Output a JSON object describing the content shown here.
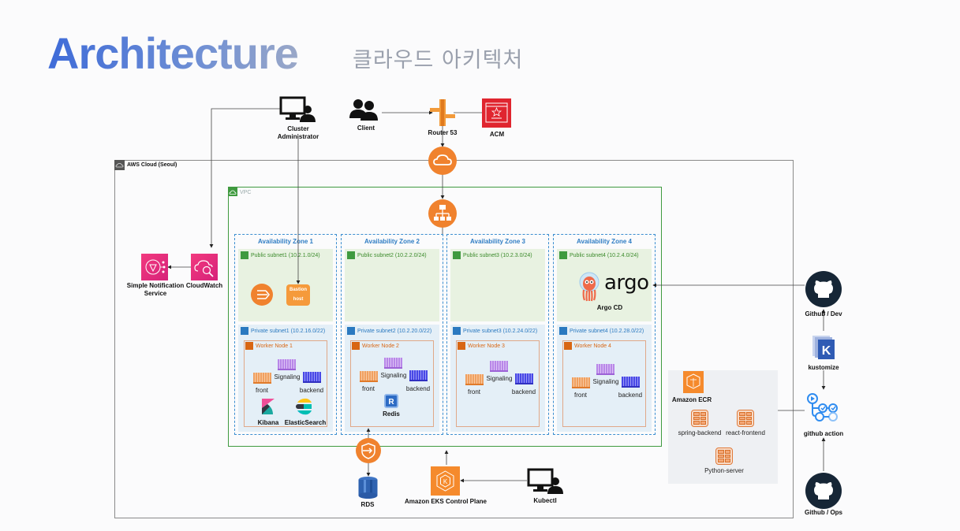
{
  "header": {
    "title": "Architecture",
    "subtitle": "클라우드 아키텍처"
  },
  "external": {
    "cluster_admin": {
      "line1": "Cluster",
      "line2": "Administrator",
      "icon": "admin-workstation-icon"
    },
    "client": {
      "label": "Client",
      "icon": "users-icon"
    },
    "route53": {
      "label": "Router 53",
      "icon": "route53-icon"
    },
    "acm": {
      "label": "ACM",
      "icon": "certificate-manager-icon"
    },
    "sns": {
      "line1": "Simple Notification",
      "line2": "Service",
      "icon": "sns-icon"
    },
    "cloudwatch": {
      "label": "CloudWatch",
      "icon": "cloudwatch-icon"
    },
    "kubectl": {
      "label": "Kubectl",
      "icon": "kubectl-workstation-icon"
    },
    "eks": {
      "label": "Amazon EKS Control Plane",
      "icon": "eks-icon"
    },
    "rds": {
      "label": "RDS",
      "icon": "rds-database-icon"
    }
  },
  "aws_cloud": {
    "label": "AWS Cloud (Seoul)"
  },
  "vpc": {
    "label": "VPC"
  },
  "public_resources": {
    "bastion_line1": "Bastion",
    "bastion_line2": "host",
    "argo_wordmark": "argo",
    "argo_label": "Argo CD"
  },
  "zones": [
    {
      "title": "Availability Zone 1",
      "public": "Public subnet1 (10.2.1.0/24)",
      "private": "Private subnet1 (10.2.16.0/22)",
      "worker": "Worker Node 1"
    },
    {
      "title": "Availability Zone 2",
      "public": "Public subnet2 (10.2.2.0/24)",
      "private": "Private subnet2 (10.2.20.0/22)",
      "worker": "Worker Node 2"
    },
    {
      "title": "Availability Zone 3",
      "public": "Public subnet3 (10.2.3.0/24)",
      "private": "Private subnet3 (10.2.24.0/22)",
      "worker": "Worker Node 3"
    },
    {
      "title": "Availability Zone 4",
      "public": "Public subnet4 (10.2.4.0/24)",
      "private": "Private subnet4 (10.2.28.0/22)",
      "worker": "Worker Node 4"
    }
  ],
  "pods": {
    "front": "front",
    "signaling": "Signaling",
    "backend": "backend"
  },
  "extras": {
    "kibana": "Kibana",
    "elasticsearch": "ElasticSearch",
    "redis": "Redis",
    "redis_glyph": "R"
  },
  "ecr": {
    "title": "Amazon ECR",
    "repos": [
      "spring-backend",
      "react-frontend",
      "Python-server"
    ]
  },
  "cicd": {
    "github_dev": "Github / Dev",
    "kustomize": "kustomize",
    "kustomize_glyph": "K",
    "github_action": "github action",
    "github_ops": "Github / Ops"
  }
}
